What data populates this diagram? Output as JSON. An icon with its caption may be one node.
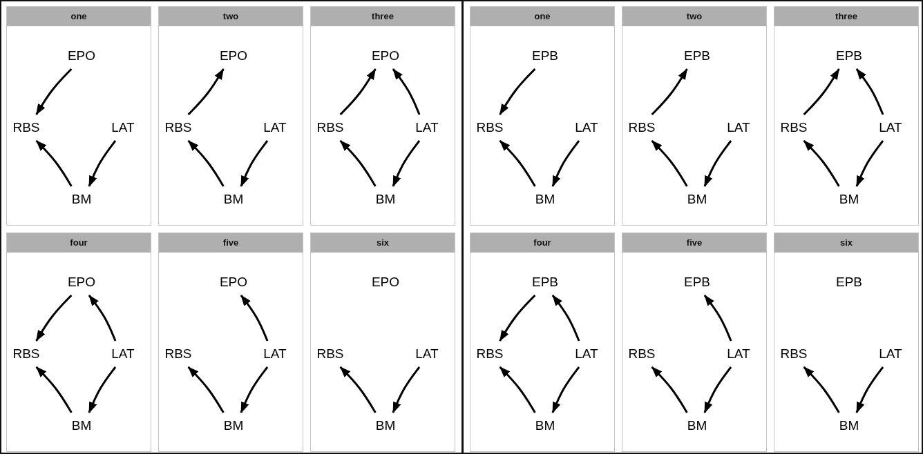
{
  "diagram": {
    "nodes": [
      {
        "text": [
          "one"
        ]
      },
      {
        "text": [
          "EPO"
        ],
        "in": 0
      },
      {
        "text": [
          "RBS"
        ],
        "in": 0
      },
      {
        "text": [
          "LAT"
        ],
        "in": 0
      },
      {
        "text": [
          "BM"
        ],
        "in": 0
      },
      {
        "text": [
          "two"
        ]
      },
      {
        "text": [
          "EPO"
        ],
        "in": 5
      },
      {
        "text": [
          "RBS"
        ],
        "in": 5
      },
      {
        "text": [
          "LAT"
        ],
        "in": 5
      },
      {
        "text": [
          "BM"
        ],
        "in": 5
      },
      {
        "text": [
          "three"
        ]
      },
      {
        "text": [
          "EPO"
        ],
        "in": 10
      },
      {
        "text": [
          "RBS"
        ],
        "in": 10
      },
      {
        "text": [
          "LAT"
        ],
        "in": 10
      },
      {
        "text": [
          "BM"
        ],
        "in": 10
      },
      {
        "text": [
          "one"
        ]
      },
      {
        "text": [
          "EPB"
        ],
        "in": 15
      },
      {
        "text": [
          "RBS"
        ],
        "in": 15
      },
      {
        "text": [
          "LAT"
        ],
        "in": 15
      },
      {
        "text": [
          "BM"
        ],
        "in": 15
      },
      {
        "text": [
          "two"
        ]
      },
      {
        "text": [
          "EPB"
        ],
        "in": 20
      },
      {
        "text": [
          "RBS"
        ],
        "in": 20
      },
      {
        "text": [
          "LAT"
        ],
        "in": 20
      },
      {
        "text": [
          "BM"
        ],
        "in": 20
      },
      {
        "text": [
          "three"
        ]
      },
      {
        "text": [
          "EPB"
        ],
        "in": 25
      },
      {
        "text": [
          "RBS"
        ],
        "in": 25
      },
      {
        "text": [
          "LAT"
        ],
        "in": 25
      },
      {
        "text": [
          "BM"
        ],
        "in": 25
      },
      {
        "text": [
          "four"
        ]
      },
      {
        "text": [
          "EPO"
        ],
        "in": 30
      },
      {
        "text": [
          "RBS"
        ],
        "in": 30
      },
      {
        "text": [
          "LAT"
        ],
        "in": 30
      },
      {
        "text": [
          "BM"
        ],
        "in": 30
      },
      {
        "text": [
          "five"
        ]
      },
      {
        "text": [
          "EPO"
        ],
        "in": 35
      },
      {
        "text": [
          "RBS"
        ],
        "in": 35
      },
      {
        "text": [
          "LAT"
        ],
        "in": 35
      },
      {
        "text": [
          "BM"
        ],
        "in": 35
      },
      {
        "text": [
          "six"
        ]
      },
      {
        "text": [
          "EPO"
        ],
        "in": 40
      },
      {
        "text": [
          "RBS"
        ],
        "in": 40
      },
      {
        "text": [
          "LAT"
        ],
        "in": 40
      },
      {
        "text": [
          "BM"
        ],
        "in": 40
      },
      {
        "text": [
          "four"
        ]
      },
      {
        "text": [
          "EPB"
        ],
        "in": 45
      },
      {
        "text": [
          "RBS"
        ],
        "in": 45
      },
      {
        "text": [
          "LAT"
        ],
        "in": 45
      },
      {
        "text": [
          "BM"
        ],
        "in": 45
      },
      {
        "text": [
          "five"
        ]
      },
      {
        "text": [
          "EPB"
        ],
        "in": 50
      },
      {
        "text": [
          "RBS"
        ],
        "in": 50
      },
      {
        "text": [
          "LAT"
        ],
        "in": 50
      },
      {
        "text": [
          "BM"
        ],
        "in": 50
      },
      {
        "text": [
          "six"
        ]
      },
      {
        "text": [
          "EPB"
        ],
        "in": 55
      },
      {
        "text": [
          "RBS"
        ],
        "in": 55
      },
      {
        "text": [
          "LAT"
        ],
        "in": 55
      },
      {
        "text": [
          "BM"
        ],
        "in": 55
      }
    ],
    "edges": [
      {
        "from": 1,
        "to": 2,
        "arrow": "to"
      },
      {
        "from": 3,
        "to": 4,
        "arrow": "to"
      },
      {
        "from": 4,
        "to": 2,
        "arrow": "to"
      },
      {
        "from": 7,
        "to": 6,
        "arrow": "to"
      },
      {
        "from": 8,
        "to": 9,
        "arrow": "to"
      },
      {
        "from": 9,
        "to": 7,
        "arrow": "to"
      },
      {
        "from": 12,
        "to": 11,
        "arrow": "to"
      },
      {
        "from": 13,
        "to": 11,
        "arrow": "to"
      },
      {
        "from": 13,
        "to": 14,
        "arrow": "to"
      },
      {
        "from": 14,
        "to": 12,
        "arrow": "to"
      },
      {
        "from": 16,
        "to": 17,
        "arrow": "to"
      },
      {
        "from": 18,
        "to": 19,
        "arrow": "to"
      },
      {
        "from": 19,
        "to": 17,
        "arrow": "to"
      },
      {
        "from": 22,
        "to": 21,
        "arrow": "to"
      },
      {
        "from": 23,
        "to": 24,
        "arrow": "to"
      },
      {
        "from": 24,
        "to": 22,
        "arrow": "to"
      },
      {
        "from": 27,
        "to": 26,
        "arrow": "to"
      },
      {
        "from": 28,
        "to": 26,
        "arrow": "to"
      },
      {
        "from": 28,
        "to": 29,
        "arrow": "to"
      },
      {
        "from": 29,
        "to": 27,
        "arrow": "to"
      },
      {
        "from": 31,
        "to": 32,
        "arrow": "to"
      },
      {
        "from": 33,
        "to": 31,
        "arrow": "to"
      },
      {
        "from": 34,
        "to": 32,
        "arrow": "to"
      },
      {
        "from": 33,
        "to": 34,
        "arrow": "to"
      },
      {
        "from": 38,
        "to": 36,
        "arrow": "to"
      },
      {
        "from": 39,
        "to": 37,
        "arrow": "to"
      },
      {
        "from": 38,
        "to": 39,
        "arrow": "to"
      },
      {
        "from": 44,
        "to": 42,
        "arrow": "to"
      },
      {
        "from": 43,
        "to": 44,
        "arrow": "to"
      },
      {
        "from": 46,
        "to": 47,
        "arrow": "to"
      },
      {
        "from": 48,
        "to": 46,
        "arrow": "to"
      },
      {
        "from": 49,
        "to": 47,
        "arrow": "to"
      },
      {
        "from": 48,
        "to": 49,
        "arrow": "to"
      },
      {
        "from": 53,
        "to": 51,
        "arrow": "to"
      },
      {
        "from": 54,
        "to": 52,
        "arrow": "to"
      },
      {
        "from": 53,
        "to": 54,
        "arrow": "to"
      },
      {
        "from": 59,
        "to": 57,
        "arrow": "to"
      },
      {
        "from": 58,
        "to": 59,
        "arrow": "to"
      }
    ]
  }
}
